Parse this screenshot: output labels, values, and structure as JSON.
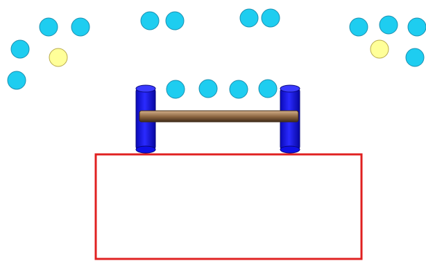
{
  "game": {
    "colors": {
      "background": "#ffffff",
      "ball_blue_fill": "#1ecdf0",
      "ball_blue_stroke": "#1a8fb0",
      "ball_yellow_fill": "#ffff99",
      "ball_yellow_stroke": "#b8a94a",
      "post_fill": "#1010e6",
      "post_stroke": "#08087a",
      "bar_light": "#d4b08a",
      "bar_mid": "#8a6440",
      "bar_dark": "#3e2a18",
      "box_stroke": "#e02020"
    },
    "balls": [
      {
        "kind": "blue"
      },
      {
        "kind": "blue"
      },
      {
        "kind": "blue"
      },
      {
        "kind": "yellow"
      },
      {
        "kind": "blue"
      },
      {
        "kind": "blue"
      },
      {
        "kind": "blue"
      },
      {
        "kind": "blue"
      },
      {
        "kind": "blue"
      },
      {
        "kind": "blue"
      },
      {
        "kind": "blue"
      },
      {
        "kind": "blue"
      },
      {
        "kind": "yellow"
      },
      {
        "kind": "blue"
      },
      {
        "kind": "blue"
      },
      {
        "kind": "blue"
      },
      {
        "kind": "blue"
      },
      {
        "kind": "blue"
      }
    ],
    "posts": [
      "left",
      "right"
    ],
    "bar": "wooden-crossbar",
    "container": "red-outline-box"
  }
}
